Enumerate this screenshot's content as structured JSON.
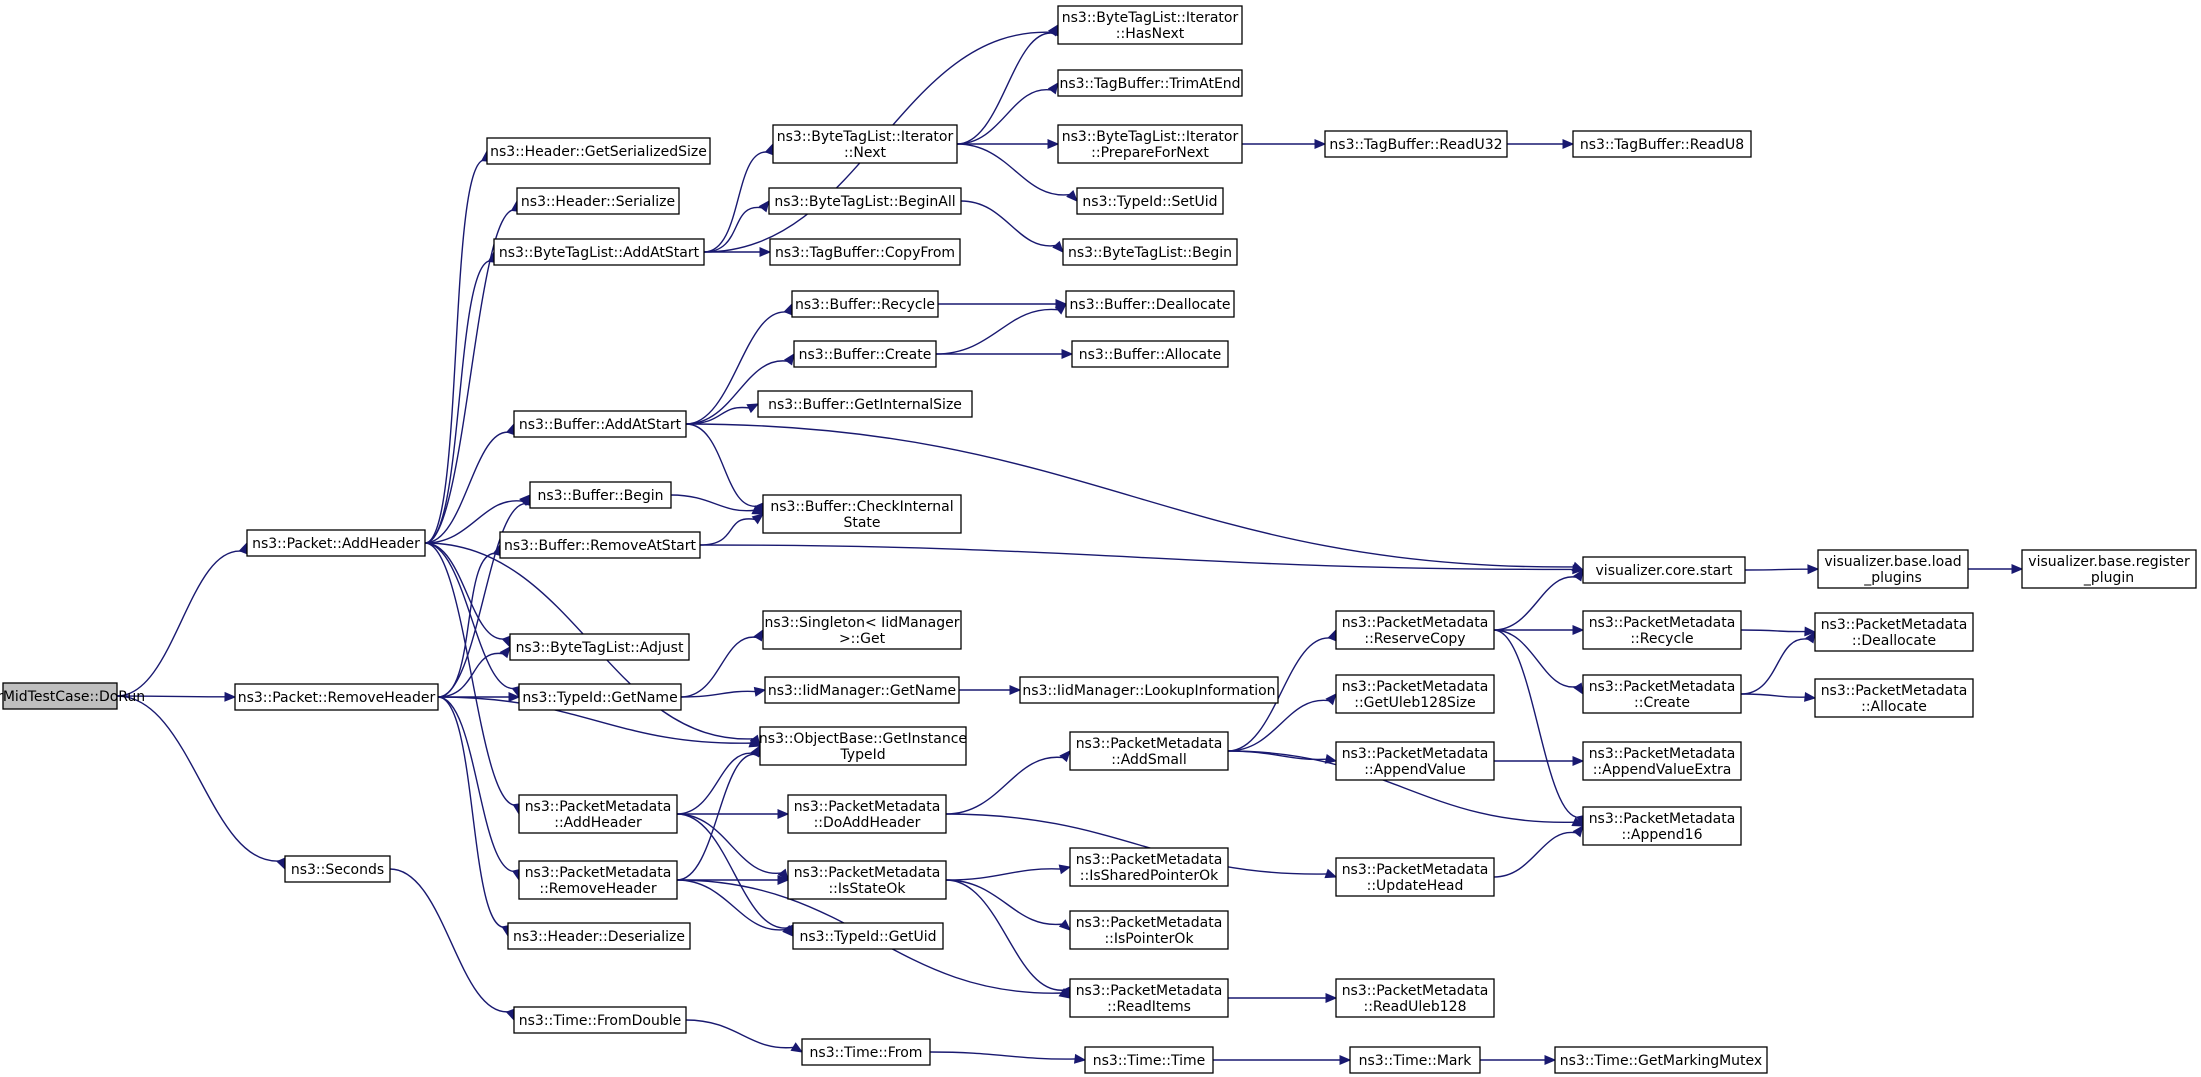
{
  "graph": {
    "kind": "doxygen call graph",
    "edge_color": "#191970",
    "root_fill": "#bfbfbf",
    "nodes": [
      {
        "id": "n_dorun",
        "lines": [
          "OlsrMidTestCase::DoRun"
        ],
        "root": true
      },
      {
        "id": "n_addheader",
        "lines": [
          "ns3::Packet::AddHeader"
        ]
      },
      {
        "id": "n_removeheader",
        "lines": [
          "ns3::Packet::RemoveHeader"
        ]
      },
      {
        "id": "n_seconds",
        "lines": [
          "ns3::Seconds"
        ]
      },
      {
        "id": "n_getserializedsize",
        "lines": [
          "ns3::Header::GetSerializedSize"
        ]
      },
      {
        "id": "n_serialize",
        "lines": [
          "ns3::Header::Serialize"
        ]
      },
      {
        "id": "n_btl_addatstart",
        "lines": [
          "ns3::ByteTagList::AddAtStart"
        ]
      },
      {
        "id": "n_buf_addatstart",
        "lines": [
          "ns3::Buffer::AddAtStart"
        ]
      },
      {
        "id": "n_buf_begin",
        "lines": [
          "ns3::Buffer::Begin"
        ]
      },
      {
        "id": "n_buf_removeatstart",
        "lines": [
          "ns3::Buffer::RemoveAtStart"
        ]
      },
      {
        "id": "n_btl_adjust",
        "lines": [
          "ns3::ByteTagList::Adjust"
        ]
      },
      {
        "id": "n_typeid_getname",
        "lines": [
          "ns3::TypeId::GetName"
        ]
      },
      {
        "id": "n_pm_addheader",
        "lines": [
          "ns3::PacketMetadata",
          "::AddHeader"
        ]
      },
      {
        "id": "n_pm_removeheader",
        "lines": [
          "ns3::PacketMetadata",
          "::RemoveHeader"
        ]
      },
      {
        "id": "n_header_deserialize",
        "lines": [
          "ns3::Header::Deserialize"
        ]
      },
      {
        "id": "n_time_fromdouble",
        "lines": [
          "ns3::Time::FromDouble"
        ]
      },
      {
        "id": "n_it_hasnext",
        "lines": [
          "ns3::ByteTagList::Iterator",
          "::HasNext"
        ]
      },
      {
        "id": "n_it_next",
        "lines": [
          "ns3::ByteTagList::Iterator",
          "::Next"
        ]
      },
      {
        "id": "n_btl_beginall",
        "lines": [
          "ns3::ByteTagList::BeginAll"
        ]
      },
      {
        "id": "n_tb_copyfrom",
        "lines": [
          "ns3::TagBuffer::CopyFrom"
        ]
      },
      {
        "id": "n_buf_recycle",
        "lines": [
          "ns3::Buffer::Recycle"
        ]
      },
      {
        "id": "n_buf_create",
        "lines": [
          "ns3::Buffer::Create"
        ]
      },
      {
        "id": "n_buf_getinternalsize",
        "lines": [
          "ns3::Buffer::GetInternalSize"
        ]
      },
      {
        "id": "n_buf_checkinternalstate",
        "lines": [
          "ns3::Buffer::CheckInternal",
          "State"
        ]
      },
      {
        "id": "n_singleton_get",
        "lines": [
          "ns3::Singleton< IidManager",
          ">::Get"
        ]
      },
      {
        "id": "n_iid_getname",
        "lines": [
          "ns3::IidManager::GetName"
        ]
      },
      {
        "id": "n_ob_getinstancetypeid",
        "lines": [
          "ns3::ObjectBase::GetInstance",
          "TypeId"
        ]
      },
      {
        "id": "n_pm_doaddheader",
        "lines": [
          "ns3::PacketMetadata",
          "::DoAddHeader"
        ]
      },
      {
        "id": "n_pm_isstateok",
        "lines": [
          "ns3::PacketMetadata",
          "::IsStateOk"
        ]
      },
      {
        "id": "n_typeid_getuid",
        "lines": [
          "ns3::TypeId::GetUid"
        ]
      },
      {
        "id": "n_time_from",
        "lines": [
          "ns3::Time::From"
        ]
      },
      {
        "id": "n_tb_trimatend",
        "lines": [
          "ns3::TagBuffer::TrimAtEnd"
        ]
      },
      {
        "id": "n_it_prepare",
        "lines": [
          "ns3::ByteTagList::Iterator",
          "::PrepareForNext"
        ]
      },
      {
        "id": "n_typeid_setuid",
        "lines": [
          "ns3::TypeId::SetUid"
        ]
      },
      {
        "id": "n_btl_begin",
        "lines": [
          "ns3::ByteTagList::Begin"
        ]
      },
      {
        "id": "n_buf_deallocate",
        "lines": [
          "ns3::Buffer::Deallocate"
        ]
      },
      {
        "id": "n_buf_allocate",
        "lines": [
          "ns3::Buffer::Allocate"
        ]
      },
      {
        "id": "n_iid_lookup",
        "lines": [
          "ns3::IidManager::LookupInformation"
        ]
      },
      {
        "id": "n_pm_addsmall",
        "lines": [
          "ns3::PacketMetadata",
          "::AddSmall"
        ]
      },
      {
        "id": "n_pm_issharedpointerok",
        "lines": [
          "ns3::PacketMetadata",
          "::IsSharedPointerOk"
        ]
      },
      {
        "id": "n_pm_ispointerok",
        "lines": [
          "ns3::PacketMetadata",
          "::IsPointerOk"
        ]
      },
      {
        "id": "n_pm_readitems",
        "lines": [
          "ns3::PacketMetadata",
          "::ReadItems"
        ]
      },
      {
        "id": "n_time_time",
        "lines": [
          "ns3::Time::Time"
        ]
      },
      {
        "id": "n_tb_readu32",
        "lines": [
          "ns3::TagBuffer::ReadU32"
        ]
      },
      {
        "id": "n_pm_reservecopy",
        "lines": [
          "ns3::PacketMetadata",
          "::ReserveCopy"
        ]
      },
      {
        "id": "n_pm_getuleb128size",
        "lines": [
          "ns3::PacketMetadata",
          "::GetUleb128Size"
        ]
      },
      {
        "id": "n_pm_appendvalue",
        "lines": [
          "ns3::PacketMetadata",
          "::AppendValue"
        ]
      },
      {
        "id": "n_pm_updatehead",
        "lines": [
          "ns3::PacketMetadata",
          "::UpdateHead"
        ]
      },
      {
        "id": "n_pm_readuleb128",
        "lines": [
          "ns3::PacketMetadata",
          "::ReadUleb128"
        ]
      },
      {
        "id": "n_time_mark",
        "lines": [
          "ns3::Time::Mark"
        ]
      },
      {
        "id": "n_tb_readu8",
        "lines": [
          "ns3::TagBuffer::ReadU8"
        ]
      },
      {
        "id": "n_viz_core_start",
        "lines": [
          "visualizer.core.start"
        ]
      },
      {
        "id": "n_pm_recycle",
        "lines": [
          "ns3::PacketMetadata",
          "::Recycle"
        ]
      },
      {
        "id": "n_pm_create",
        "lines": [
          "ns3::PacketMetadata",
          "::Create"
        ]
      },
      {
        "id": "n_pm_appendvalueextra",
        "lines": [
          "ns3::PacketMetadata",
          "::AppendValueExtra"
        ]
      },
      {
        "id": "n_pm_append16",
        "lines": [
          "ns3::PacketMetadata",
          "::Append16"
        ]
      },
      {
        "id": "n_time_getmarkingmutex",
        "lines": [
          "ns3::Time::GetMarkingMutex"
        ]
      },
      {
        "id": "n_viz_load_plugins",
        "lines": [
          "visualizer.base.load",
          "_plugins"
        ]
      },
      {
        "id": "n_pm_deallocate",
        "lines": [
          "ns3::PacketMetadata",
          "::Deallocate"
        ]
      },
      {
        "id": "n_pm_allocate",
        "lines": [
          "ns3::PacketMetadata",
          "::Allocate"
        ]
      },
      {
        "id": "n_viz_register_plugin",
        "lines": [
          "visualizer.base.register",
          "_plugin"
        ]
      }
    ],
    "edges": [
      [
        "n_dorun",
        "n_addheader"
      ],
      [
        "n_dorun",
        "n_removeheader"
      ],
      [
        "n_dorun",
        "n_seconds"
      ],
      [
        "n_addheader",
        "n_getserializedsize"
      ],
      [
        "n_addheader",
        "n_serialize"
      ],
      [
        "n_addheader",
        "n_btl_addatstart"
      ],
      [
        "n_addheader",
        "n_buf_addatstart"
      ],
      [
        "n_addheader",
        "n_buf_begin"
      ],
      [
        "n_addheader",
        "n_btl_adjust"
      ],
      [
        "n_addheader",
        "n_typeid_getname"
      ],
      [
        "n_addheader",
        "n_ob_getinstancetypeid"
      ],
      [
        "n_addheader",
        "n_pm_addheader"
      ],
      [
        "n_removeheader",
        "n_buf_begin"
      ],
      [
        "n_removeheader",
        "n_buf_removeatstart"
      ],
      [
        "n_removeheader",
        "n_btl_adjust"
      ],
      [
        "n_removeheader",
        "n_typeid_getname"
      ],
      [
        "n_removeheader",
        "n_ob_getinstancetypeid"
      ],
      [
        "n_removeheader",
        "n_pm_removeheader"
      ],
      [
        "n_removeheader",
        "n_header_deserialize"
      ],
      [
        "n_seconds",
        "n_time_fromdouble"
      ],
      [
        "n_btl_addatstart",
        "n_it_hasnext"
      ],
      [
        "n_btl_addatstart",
        "n_it_next"
      ],
      [
        "n_btl_addatstart",
        "n_btl_beginall"
      ],
      [
        "n_btl_addatstart",
        "n_tb_copyfrom"
      ],
      [
        "n_it_next",
        "n_it_hasnext"
      ],
      [
        "n_it_next",
        "n_tb_trimatend"
      ],
      [
        "n_it_next",
        "n_it_prepare"
      ],
      [
        "n_it_next",
        "n_typeid_setuid"
      ],
      [
        "n_it_prepare",
        "n_tb_readu32"
      ],
      [
        "n_tb_readu32",
        "n_tb_readu8"
      ],
      [
        "n_btl_beginall",
        "n_btl_begin"
      ],
      [
        "n_buf_addatstart",
        "n_buf_recycle"
      ],
      [
        "n_buf_addatstart",
        "n_buf_create"
      ],
      [
        "n_buf_addatstart",
        "n_buf_getinternalsize"
      ],
      [
        "n_buf_addatstart",
        "n_buf_checkinternalstate"
      ],
      [
        "n_buf_addatstart",
        "n_viz_core_start"
      ],
      [
        "n_buf_recycle",
        "n_buf_deallocate"
      ],
      [
        "n_buf_create",
        "n_buf_deallocate"
      ],
      [
        "n_buf_create",
        "n_buf_allocate"
      ],
      [
        "n_buf_begin",
        "n_buf_checkinternalstate"
      ],
      [
        "n_buf_removeatstart",
        "n_buf_checkinternalstate"
      ],
      [
        "n_buf_removeatstart",
        "n_viz_core_start"
      ],
      [
        "n_viz_core_start",
        "n_viz_load_plugins"
      ],
      [
        "n_viz_load_plugins",
        "n_viz_register_plugin"
      ],
      [
        "n_typeid_getname",
        "n_singleton_get"
      ],
      [
        "n_typeid_getname",
        "n_iid_getname"
      ],
      [
        "n_iid_getname",
        "n_iid_lookup"
      ],
      [
        "n_pm_addheader",
        "n_ob_getinstancetypeid"
      ],
      [
        "n_pm_addheader",
        "n_pm_doaddheader"
      ],
      [
        "n_pm_addheader",
        "n_pm_isstateok"
      ],
      [
        "n_pm_addheader",
        "n_typeid_getuid"
      ],
      [
        "n_pm_removeheader",
        "n_ob_getinstancetypeid"
      ],
      [
        "n_pm_removeheader",
        "n_pm_isstateok"
      ],
      [
        "n_pm_removeheader",
        "n_typeid_getuid"
      ],
      [
        "n_pm_removeheader",
        "n_pm_readitems"
      ],
      [
        "n_pm_doaddheader",
        "n_pm_addsmall"
      ],
      [
        "n_pm_doaddheader",
        "n_pm_updatehead"
      ],
      [
        "n_pm_isstateok",
        "n_pm_issharedpointerok"
      ],
      [
        "n_pm_isstateok",
        "n_pm_ispointerok"
      ],
      [
        "n_pm_isstateok",
        "n_pm_readitems"
      ],
      [
        "n_pm_readitems",
        "n_pm_readuleb128"
      ],
      [
        "n_pm_addsmall",
        "n_pm_reservecopy"
      ],
      [
        "n_pm_addsmall",
        "n_pm_getuleb128size"
      ],
      [
        "n_pm_addsmall",
        "n_pm_appendvalue"
      ],
      [
        "n_pm_addsmall",
        "n_pm_append16"
      ],
      [
        "n_pm_reservecopy",
        "n_viz_core_start"
      ],
      [
        "n_pm_reservecopy",
        "n_pm_recycle"
      ],
      [
        "n_pm_reservecopy",
        "n_pm_create"
      ],
      [
        "n_pm_reservecopy",
        "n_pm_append16"
      ],
      [
        "n_pm_recycle",
        "n_pm_deallocate"
      ],
      [
        "n_pm_create",
        "n_pm_deallocate"
      ],
      [
        "n_pm_create",
        "n_pm_allocate"
      ],
      [
        "n_pm_appendvalue",
        "n_pm_appendvalueextra"
      ],
      [
        "n_pm_updatehead",
        "n_pm_append16"
      ],
      [
        "n_time_fromdouble",
        "n_time_from"
      ],
      [
        "n_time_from",
        "n_time_time"
      ],
      [
        "n_time_time",
        "n_time_mark"
      ],
      [
        "n_time_mark",
        "n_time_getmarkingmutex"
      ]
    ]
  }
}
